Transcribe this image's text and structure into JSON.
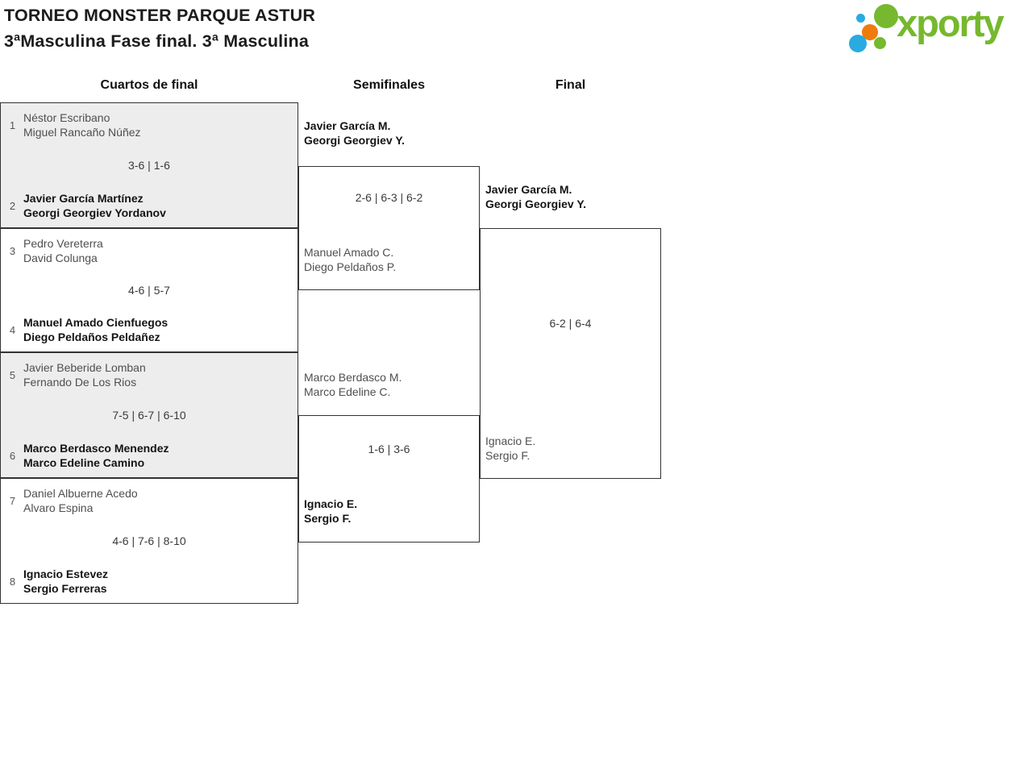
{
  "header": {
    "title_line1": "TORNEO MONSTER PARQUE ASTUR",
    "title_line2": "3ªMasculina Fase final. 3ª Masculina"
  },
  "logo": {
    "brand": "xporty",
    "green": "#76b82e",
    "blue": "#29abe2",
    "orange": "#ee7b0c"
  },
  "round_headers": {
    "quarterfinals": "Cuartos de final",
    "semifinals": "Semifinales",
    "final": "Final"
  },
  "quarterfinals": [
    {
      "seed1": "1",
      "team1": {
        "p1": "Néstor Escribano",
        "p2": "Miguel Rancaño Núñez"
      },
      "score": "3-6 | 1-6",
      "seed2": "2",
      "team2": {
        "p1": "Javier García Martínez",
        "p2": "Georgi Georgiev Yordanov"
      }
    },
    {
      "seed1": "3",
      "team1": {
        "p1": "Pedro Vereterra",
        "p2": "David Colunga"
      },
      "score": "4-6 | 5-7",
      "seed2": "4",
      "team2": {
        "p1": "Manuel Amado Cienfuegos",
        "p2": "Diego Peldaños Peldañez"
      }
    },
    {
      "seed1": "5",
      "team1": {
        "p1": "Javier Beberide Lomban",
        "p2": "Fernando De Los Rios"
      },
      "score": "7-5 | 6-7 | 6-10",
      "seed2": "6",
      "team2": {
        "p1": "Marco Berdasco Menendez",
        "p2": "Marco Edeline Camino"
      }
    },
    {
      "seed1": "7",
      "team1": {
        "p1": "Daniel Albuerne Acedo",
        "p2": "Alvaro Espina"
      },
      "score": "4-6 | 7-6 | 8-10",
      "seed2": "8",
      "team2": {
        "p1": "Ignacio Estevez",
        "p2": "Sergio Ferreras"
      }
    }
  ],
  "semifinals": [
    {
      "team1": {
        "p1": "Javier García M.",
        "p2": "Georgi Georgiev Y."
      },
      "score": "2-6 | 6-3 | 6-2",
      "team2": {
        "p1": "Manuel Amado C.",
        "p2": "Diego Peldaños P."
      }
    },
    {
      "team1": {
        "p1": "Marco Berdasco M.",
        "p2": "Marco Edeline C."
      },
      "score": "1-6 | 3-6",
      "team2": {
        "p1": "Ignacio E.",
        "p2": "Sergio F."
      }
    }
  ],
  "final": {
    "team1": {
      "p1": "Javier García M.",
      "p2": "Georgi Georgiev Y."
    },
    "score": "6-2 | 6-4",
    "team2": {
      "p1": "Ignacio E.",
      "p2": "Sergio F."
    }
  }
}
